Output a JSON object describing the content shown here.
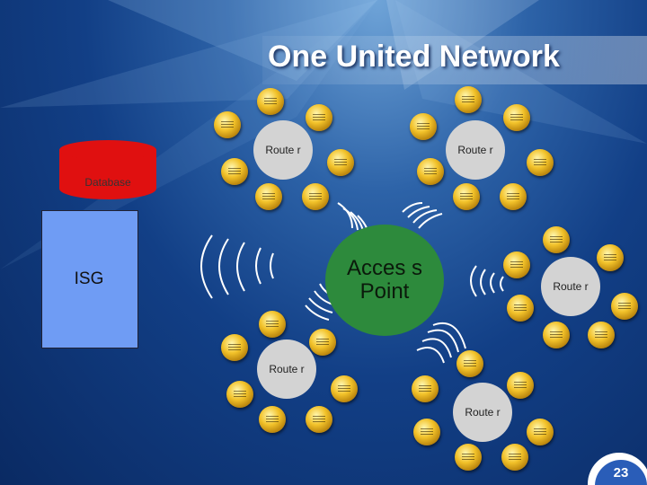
{
  "title": "One United Network",
  "database_label": "Database",
  "isg_label": "ISG",
  "access_point_label": "Acces s Point",
  "routers": [
    "Route r",
    "Route r",
    "Route r",
    "Route r",
    "Route r"
  ],
  "slide_number": "23",
  "colors": {
    "background": "#123f86",
    "database": "#e01010",
    "isg": "#6f9cf4",
    "access_point": "#2d8a3c",
    "router": "#d3d3d3"
  }
}
